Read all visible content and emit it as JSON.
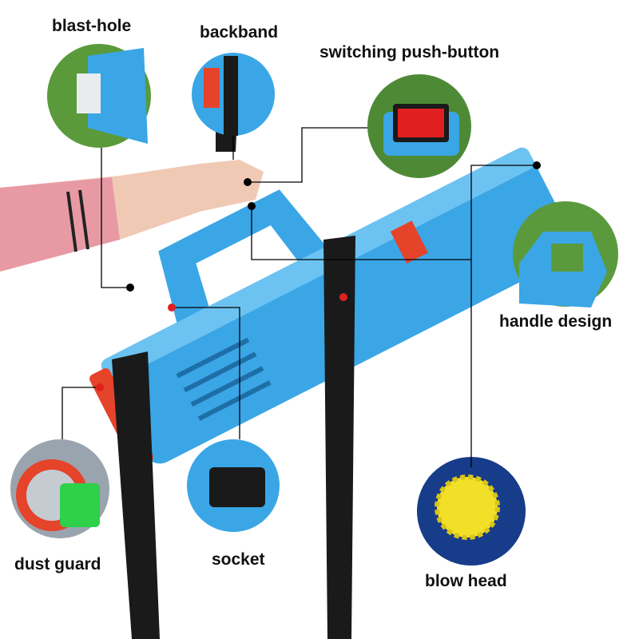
{
  "callouts": {
    "blast_hole": "blast-hole",
    "backband": "backband",
    "switch": "switching push-button",
    "handle": "handle design",
    "dust_guard": "dust guard",
    "socket": "socket",
    "blow_head": "blow head"
  },
  "colors": {
    "body_blue": "#3aa6e6",
    "strap": "#1a1a1a",
    "cap_red": "#e5432a",
    "leader": "#000000"
  }
}
